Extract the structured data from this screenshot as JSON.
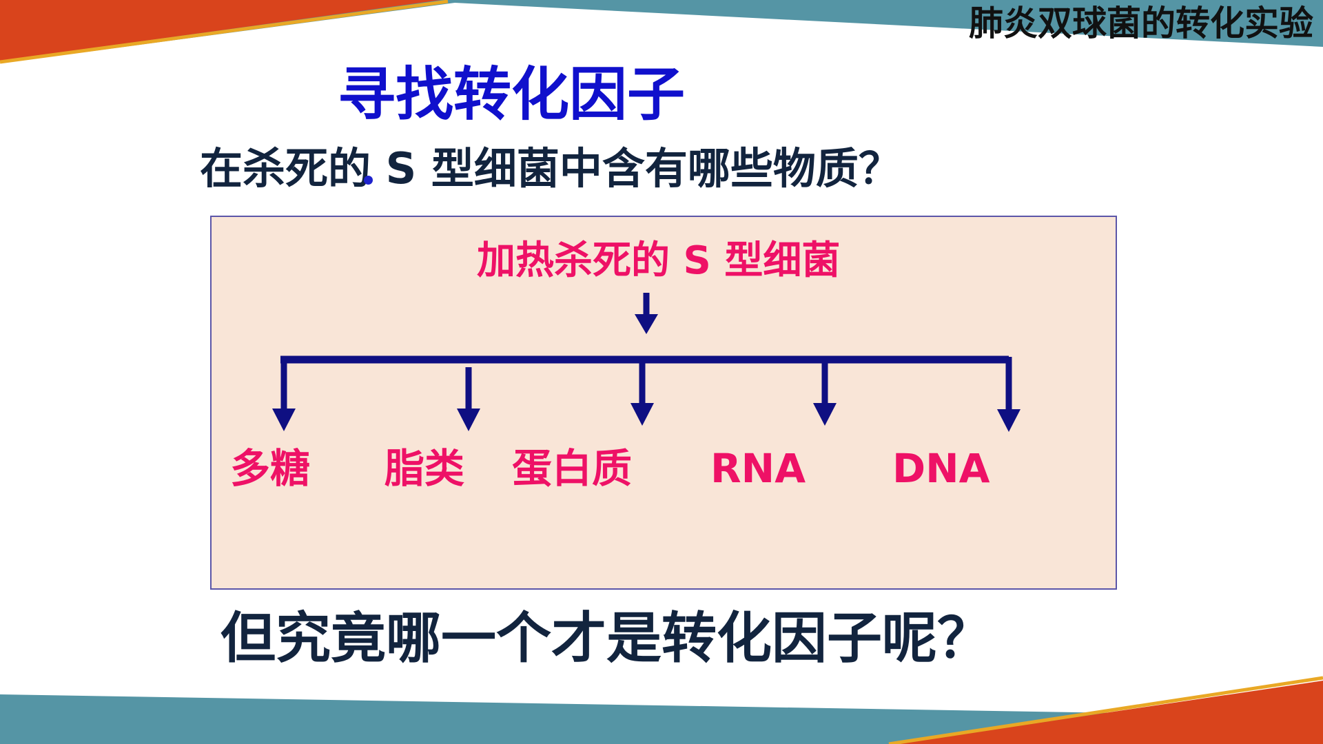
{
  "header": {
    "title": "肺炎双球菌的转化实验"
  },
  "main": {
    "title": "寻找转化因子",
    "question": "在杀死的 S 型细菌中含有哪些物质？",
    "conclusion": "但究竟哪一个才是转化因子呢？"
  },
  "diagram": {
    "source": "加热杀死的 S 型细菌",
    "components": [
      "多糖",
      "脂类",
      "蛋白质",
      "RNA",
      "DNA"
    ]
  },
  "colors": {
    "accent_orange": "#d9441c",
    "accent_teal": "#5595a5",
    "accent_gold": "#e9a825",
    "title_blue": "#1010cc",
    "text_navy": "#12243e",
    "highlight_pink": "#ee1166",
    "box_fill": "#f9e5d7",
    "arrow_navy": "#0f0f82"
  }
}
